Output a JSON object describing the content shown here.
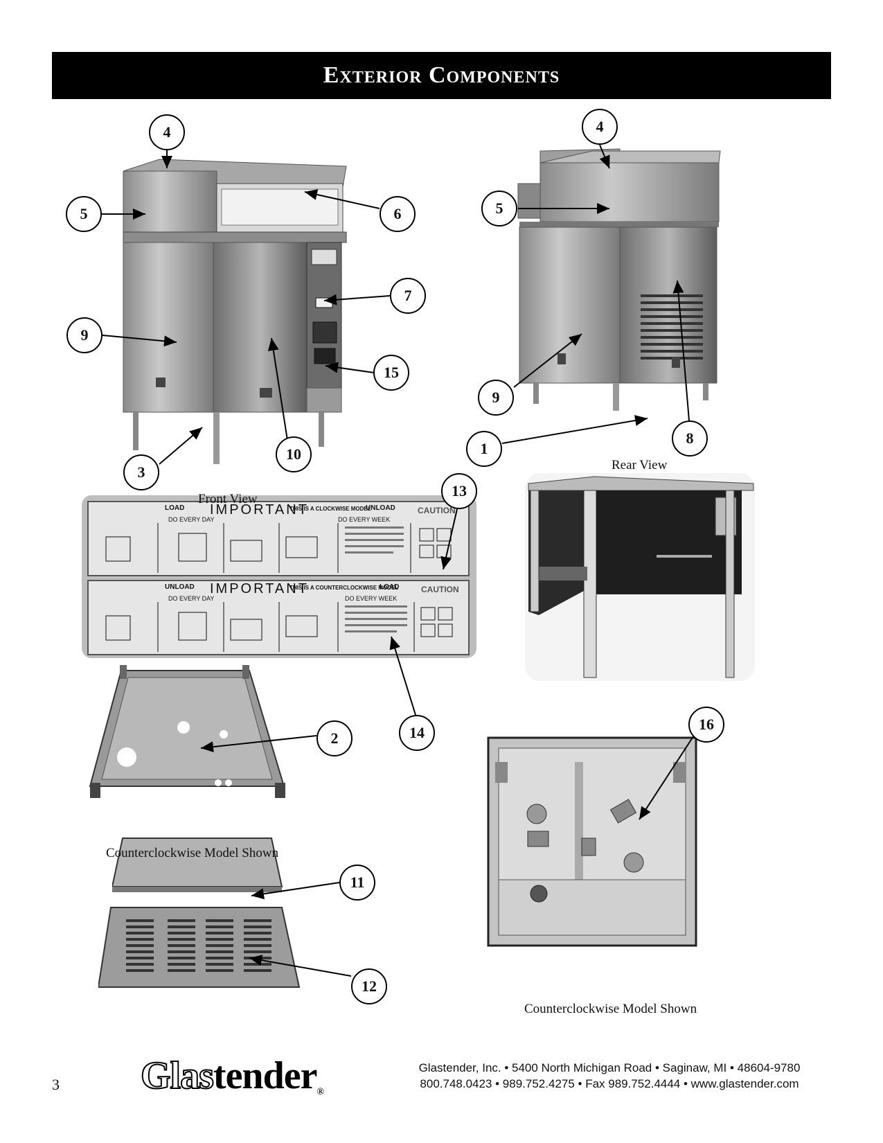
{
  "header": {
    "title": "Exterior Components"
  },
  "captions": {
    "front_view": "Front View",
    "rear_view": "Rear View",
    "base_pan": "Counterclockwise Model Shown",
    "tank": "Counterclockwise Model Shown"
  },
  "labels": {
    "clockwise_title": "IMPORTANT",
    "clockwise_subtitle": "THIS IS A CLOCKWISE MODEL",
    "clockwise_load": "LOAD",
    "clockwise_unload": "UNLOAD",
    "clockwise_do_every_day": "DO EVERY DAY",
    "clockwise_do_every_week": "DO EVERY WEEK",
    "clockwise_caution": "CAUTION",
    "ccw_title": "IMPORTANT",
    "ccw_subtitle": "THIS IS A COUNTERCLOCKWISE MODEL",
    "ccw_load": "LOAD",
    "ccw_unload": "UNLOAD",
    "ccw_do_every_day": "DO EVERY DAY",
    "ccw_do_every_week": "DO EVERY WEEK",
    "ccw_caution": "CAUTION"
  },
  "callouts": {
    "front_4": "4",
    "front_5": "5",
    "front_6": "6",
    "front_7": "7",
    "front_9": "9",
    "front_15": "15",
    "front_3": "3",
    "front_10": "10",
    "rear_4": "4",
    "rear_5": "5",
    "rear_9": "9",
    "rear_8": "8",
    "rear_1": "1",
    "label_13": "13",
    "label_14": "14",
    "tank_16": "16",
    "base_2": "2",
    "panel_11": "11",
    "panel_12": "12"
  },
  "footer": {
    "page_number": "3",
    "logo_outline": "Glas",
    "logo_solid": "tender",
    "logo_mark": "®",
    "address_line": "Glastender, Inc.  •  5400 North Michigan Road  •  Saginaw, MI  •  48604-9780",
    "phone_line": "800.748.0423  •  989.752.4275  •  Fax 989.752.4444  •  www.glastender.com"
  }
}
